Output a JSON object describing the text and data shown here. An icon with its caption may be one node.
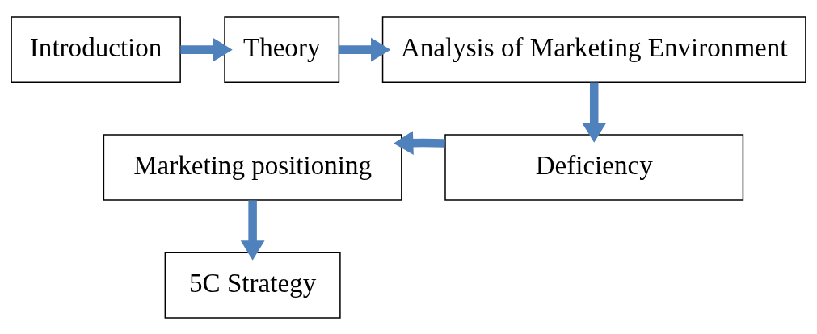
{
  "diagram": {
    "nodes": [
      {
        "text": [
          "Introduction"
        ]
      },
      {
        "text": [
          "Theory"
        ]
      },
      {
        "text": [
          "Analysis of Marketing Environment"
        ]
      },
      {
        "text": [
          "Deficiency"
        ]
      },
      {
        "text": [
          "Marketing positioning"
        ]
      },
      {
        "text": [
          "5C Strategy"
        ]
      }
    ],
    "edges": [
      {
        "from": 0,
        "to": 1,
        "arrow": "to"
      },
      {
        "from": 1,
        "to": 2,
        "arrow": "to"
      },
      {
        "from": 2,
        "to": 3,
        "arrow": "to"
      },
      {
        "from": 3,
        "to": 4,
        "arrow": "to"
      },
      {
        "from": 4,
        "to": 5,
        "arrow": "to"
      }
    ]
  }
}
